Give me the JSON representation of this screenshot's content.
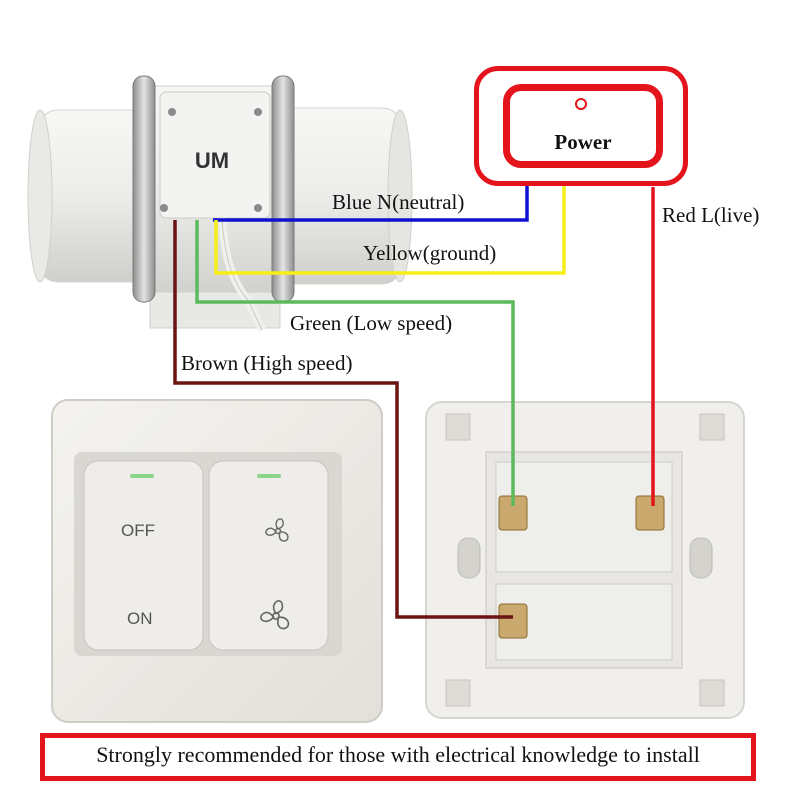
{
  "fan": {
    "brand": "UM"
  },
  "power": {
    "label": "Power"
  },
  "wires": {
    "neutral": {
      "label": "Blue N(neutral)",
      "color": "#1010d0"
    },
    "ground": {
      "label": "Yellow(ground)",
      "color": "#f5ef17"
    },
    "low": {
      "label": "Green (Low speed)",
      "color": "#5cba5c"
    },
    "high": {
      "label": "Brown (High speed)",
      "color": "#6b1414"
    },
    "live": {
      "label": "Red L(live)",
      "color": "#e3141c"
    }
  },
  "switch": {
    "off_label": "OFF",
    "on_label": "ON",
    "indicator_color": "#8bd48b"
  },
  "notice": {
    "text": "Strongly recommended for those with electrical knowledge to install"
  }
}
